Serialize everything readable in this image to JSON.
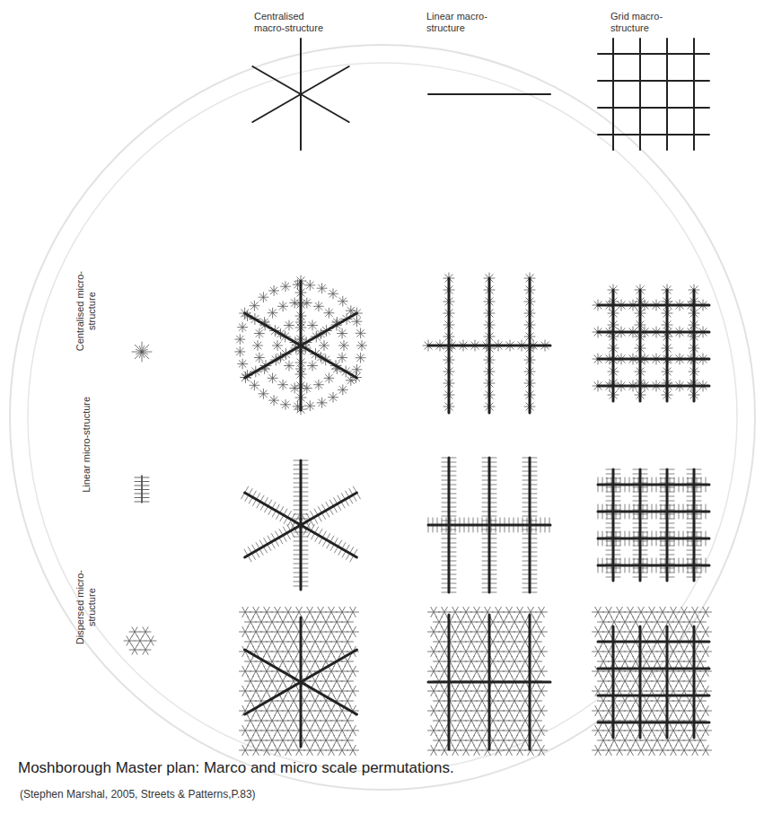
{
  "diagram": {
    "caption": "Moshborough Master plan: Marco and micro scale permutations.",
    "labels": [
      "Centralised macro-structure",
      "Linear macro-structure",
      "Grid macro-structure",
      "Centralised micro-structure",
      "Linear micro-structure",
      "Dispersed micro-structure",
      "(Stephen Marshal, 2005, Streets & Patterns,P.83)"
    ]
  }
}
